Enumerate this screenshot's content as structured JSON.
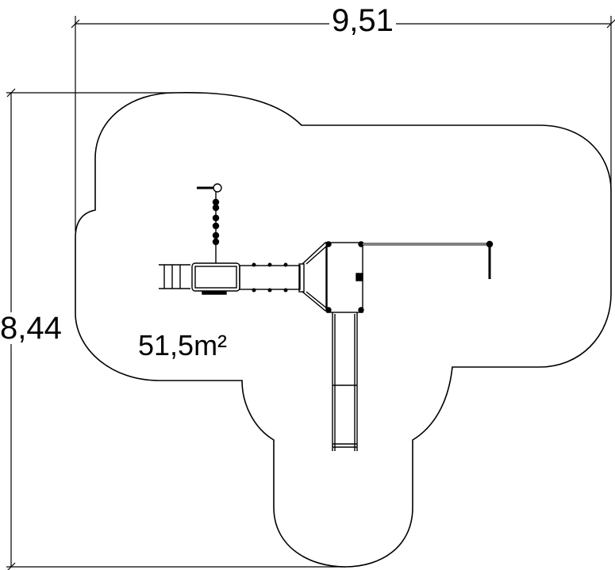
{
  "dimensions": {
    "width_label": "9,51",
    "height_label": "8,44"
  },
  "area_label": "51,5m²",
  "colors": {
    "line": "#000000",
    "background": "#ffffff"
  }
}
